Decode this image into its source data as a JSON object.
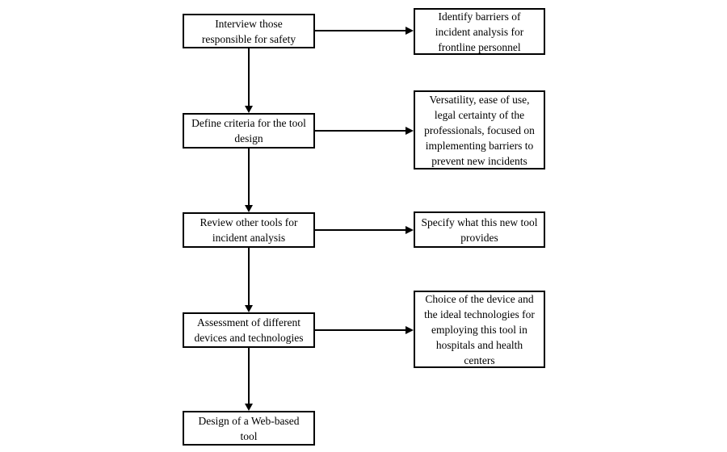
{
  "flowchart": {
    "background_color": "#ffffff",
    "box_border_color": "#000000",
    "arrow_color": "#000000",
    "left_boxes": [
      {
        "text": "Interview those responsible for safety"
      },
      {
        "text": "Define criteria for the tool design"
      },
      {
        "text": "Review other tools for incident analysis"
      },
      {
        "text": "Assessment of different devices and technologies"
      },
      {
        "text": "Design of a Web-based tool"
      }
    ],
    "right_boxes": [
      {
        "text": "Identify barriers of incident analysis for frontline personnel"
      },
      {
        "text": "Versatility, ease of use, legal certainty of the professionals, focused on implementing barriers to prevent new incidents"
      },
      {
        "text": "Specify what this new tool provides"
      },
      {
        "text": "Choice of the device and the ideal technologies for employing this tool in hospitals and health centers"
      }
    ]
  }
}
